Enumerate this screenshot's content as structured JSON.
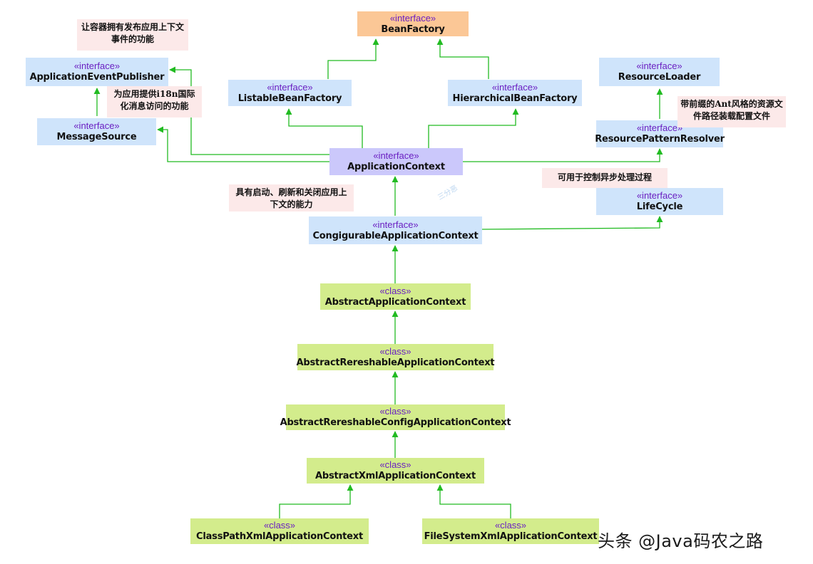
{
  "stereotypes": {
    "interface": "«interface»",
    "class": "«class»"
  },
  "nodes": {
    "bean_factory": "BeanFactory",
    "listable_bean_factory": "ListableBeanFactory",
    "hierarchical_bean_factory": "HierarchicalBeanFactory",
    "application_event_publisher": "ApplicationEventPublisher",
    "message_source": "MessageSource",
    "resource_loader": "ResourceLoader",
    "resource_pattern_resolver": "ResourcePatternResolver",
    "application_context": "ApplicationContext",
    "lifecycle": "LifeCycle",
    "configurable_application_context": "CongigurableApplicationContext",
    "abstract_application_context": "AbstractApplicationContext",
    "abstract_refreshable_application_context": "AbstractRereshableApplicationContext",
    "abstract_refreshable_config_application_context": "AbstractRereshableConfigApplicationContext",
    "abstract_xml_application_context": "AbstractXmlApplicationContext",
    "classpath_xml_application_context": "ClassPathXmlApplicationContext",
    "filesystem_xml_application_context": "FileSystemXmlApplicationContext"
  },
  "notes": {
    "event_publisher": "让容器拥有发布应用上下文事件的功能",
    "message_source": "为应用提供i18n国际化消息访问的功能",
    "resource_pattern": "带前缀的Ant风格的资源文件路径装载配置文件",
    "lifecycle": "可用于控制异步处理过程",
    "configurable": "具有启动、刷新和关闭应用上下文的能力"
  },
  "watermarks": {
    "center": "三分恶",
    "bottom_right": "头条 @Java码农之路"
  },
  "colors": {
    "interface_fill": "#cfe4fb",
    "bean_factory_fill": "#fbc796",
    "application_context_fill": "#cbc8fb",
    "class_fill": "#d3ec8c",
    "note_fill": "#fce9e9",
    "arrow": "#22bb22",
    "stereotype_text": "#6a1fc2"
  }
}
